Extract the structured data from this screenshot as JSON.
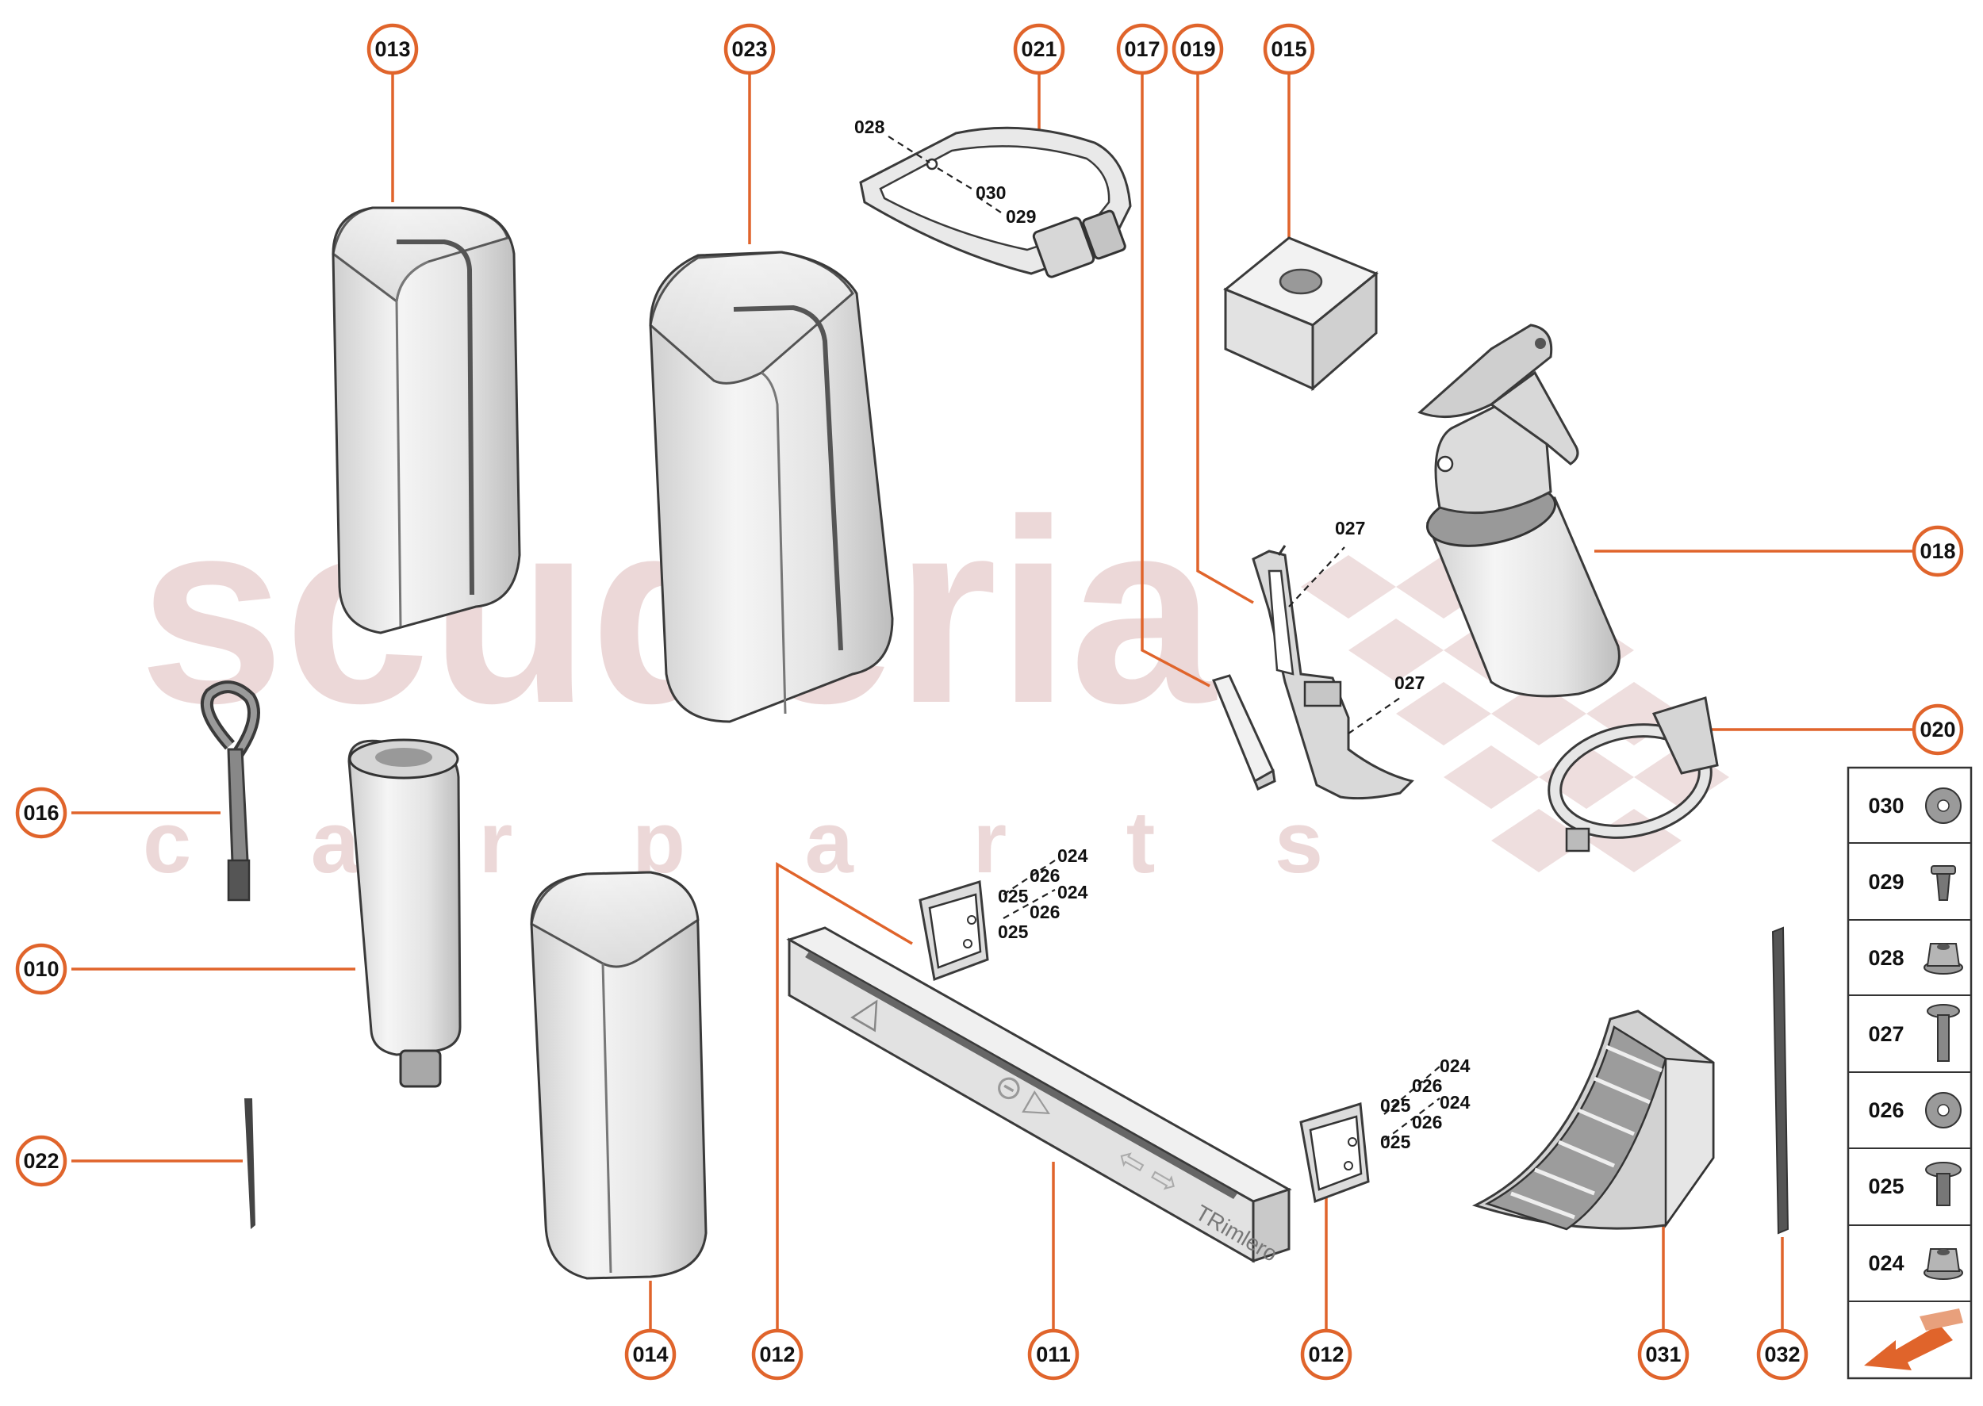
{
  "watermark": {
    "brand": "scuderia",
    "sub": "c a r p a r t s"
  },
  "callouts": {
    "c013": "013",
    "c023": "023",
    "c021": "021",
    "c017": "017",
    "c019": "019",
    "c015": "015",
    "c018": "018",
    "c020": "020",
    "c016": "016",
    "c010": "010",
    "c022": "022",
    "c014": "014",
    "c012a": "012",
    "c011": "011",
    "c012b": "012",
    "c031": "031",
    "c032": "032"
  },
  "sublabels": {
    "s028": "028",
    "s030": "030",
    "s029": "029",
    "s027a": "027",
    "s027b": "027",
    "a024a": "024",
    "a026a": "026",
    "a025a": "025",
    "a024b": "024",
    "a026b": "026",
    "a025b": "025",
    "b024a": "024",
    "b026a": "026",
    "b025a": "025",
    "b024b": "024",
    "b026b": "026",
    "b025b": "025"
  },
  "hardware_legend": [
    {
      "code": "030",
      "icon": "washer-icon"
    },
    {
      "code": "029",
      "icon": "clip-screw-icon"
    },
    {
      "code": "028",
      "icon": "flange-nut-icon"
    },
    {
      "code": "027",
      "icon": "long-bolt-icon"
    },
    {
      "code": "026",
      "icon": "washer-icon"
    },
    {
      "code": "025",
      "icon": "flange-bolt-icon"
    },
    {
      "code": "024",
      "icon": "flange-nut-icon"
    }
  ],
  "colors": {
    "accent": "#e0642b",
    "watermark": "#e8cfcf",
    "part_fill": "#eeeeee",
    "part_stroke": "#3a3a3a"
  },
  "icons": {
    "direction": "front-arrow-icon"
  }
}
